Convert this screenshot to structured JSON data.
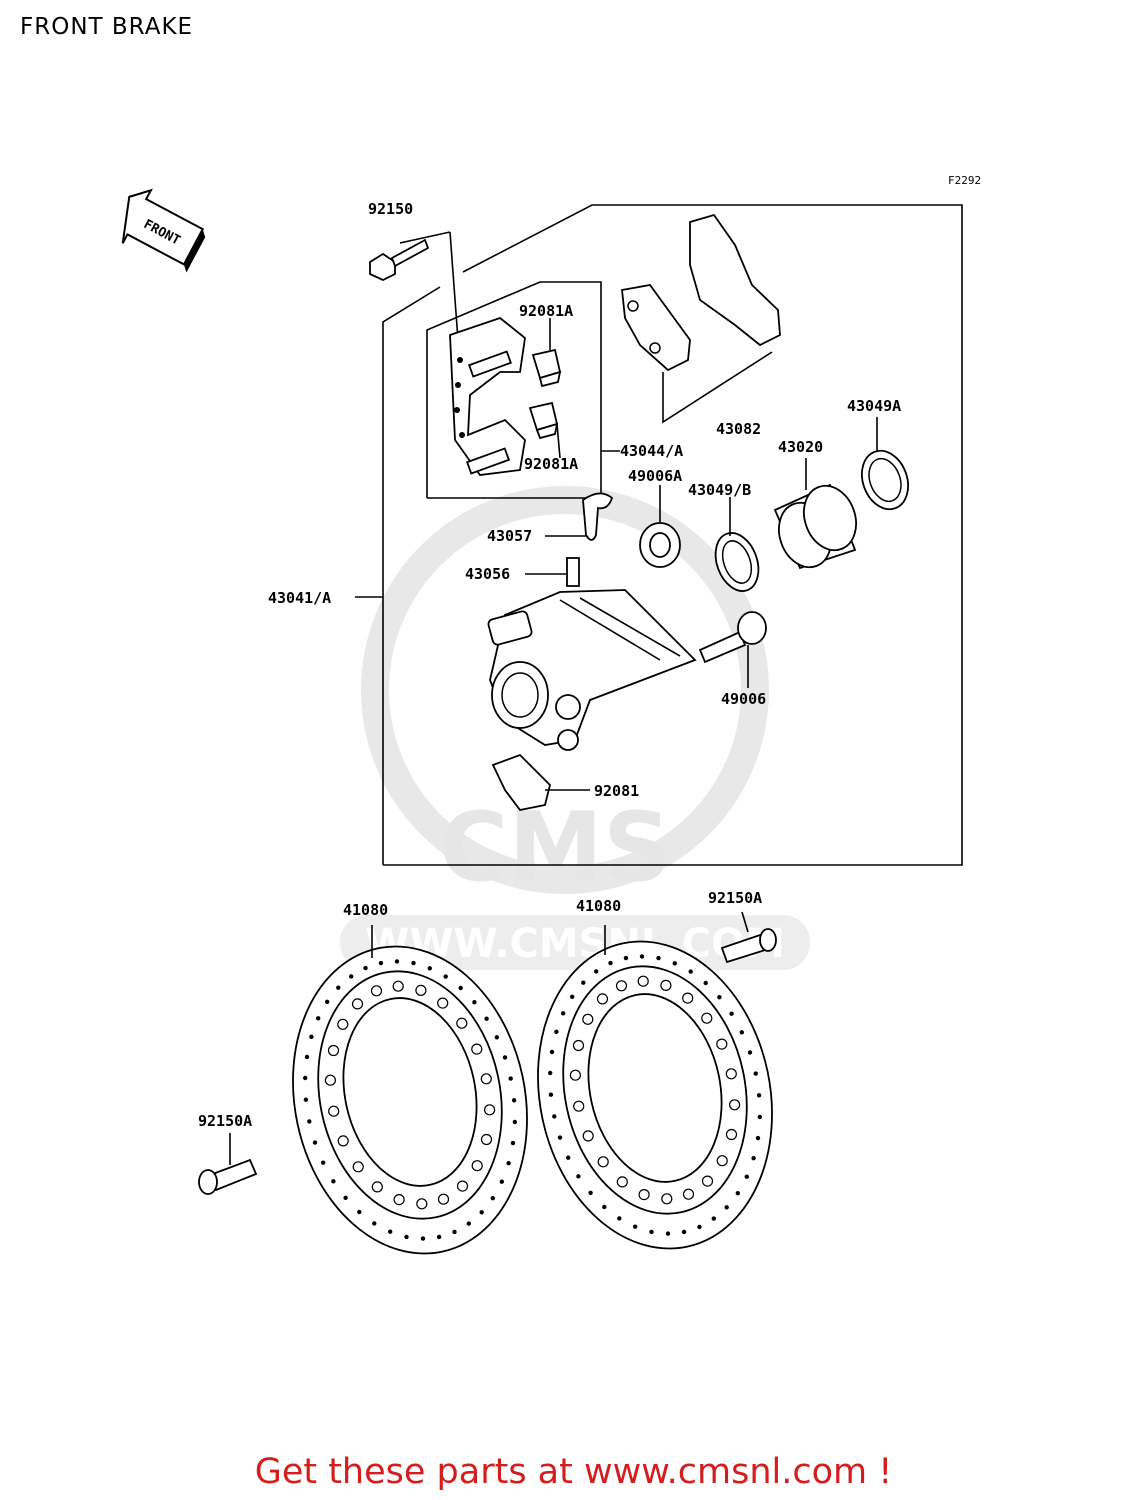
{
  "page_title": "FRONT BRAKE",
  "diagram_code": "F2292",
  "front_arrow_label": "FRONT",
  "watermark": {
    "logo": "CMS",
    "url": "WWW.CMSNL.COM"
  },
  "part_labels": {
    "p92150": "92150",
    "p92081A_top": "92081A",
    "p92081A_bottom": "92081A",
    "p43044A": "43044/A",
    "p43082": "43082",
    "p43049A": "43049A",
    "p43020": "43020",
    "p49006A": "49006A",
    "p43049B": "43049/B",
    "p43057": "43057",
    "p43056": "43056",
    "p43041A": "43041/A",
    "p49006": "49006",
    "p92081": "92081",
    "p41080_left": "41080",
    "p41080_right": "41080",
    "p92150A_right": "92150A",
    "p92150A_left": "92150A"
  },
  "footer_link": "Get these parts at www.cmsnl.com !"
}
